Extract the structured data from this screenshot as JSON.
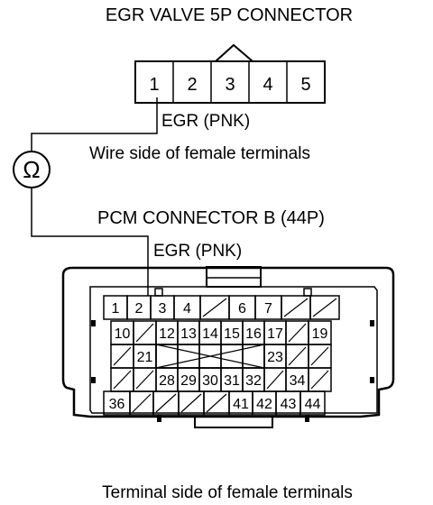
{
  "egr_connector": {
    "title": "EGR VALVE 5P CONNECTOR",
    "pins": [
      "1",
      "2",
      "3",
      "4",
      "5"
    ],
    "wire_label": "EGR (PNK)",
    "view_label": "Wire side of female terminals"
  },
  "meter": {
    "symbol": "Ω",
    "icon": "ohmmeter-icon"
  },
  "pcm_connector": {
    "title": "PCM CONNECTOR B (44P)",
    "wire_label": "EGR (PNK)",
    "view_label": "Terminal side of female terminals",
    "rows": [
      [
        "1",
        "2",
        "3",
        "4",
        "",
        "6",
        "7",
        "",
        ""
      ],
      [
        "10",
        "",
        "12",
        "13",
        "14",
        "15",
        "16",
        "17",
        "",
        "19"
      ],
      [
        "",
        "21",
        "",
        "",
        "",
        "",
        "",
        "23",
        "",
        ""
      ],
      [
        "",
        "",
        "28",
        "29",
        "30",
        "31",
        "32",
        "",
        "34",
        ""
      ],
      [
        "36",
        "",
        "",
        "",
        "",
        "41",
        "42",
        "43",
        "44"
      ]
    ]
  }
}
